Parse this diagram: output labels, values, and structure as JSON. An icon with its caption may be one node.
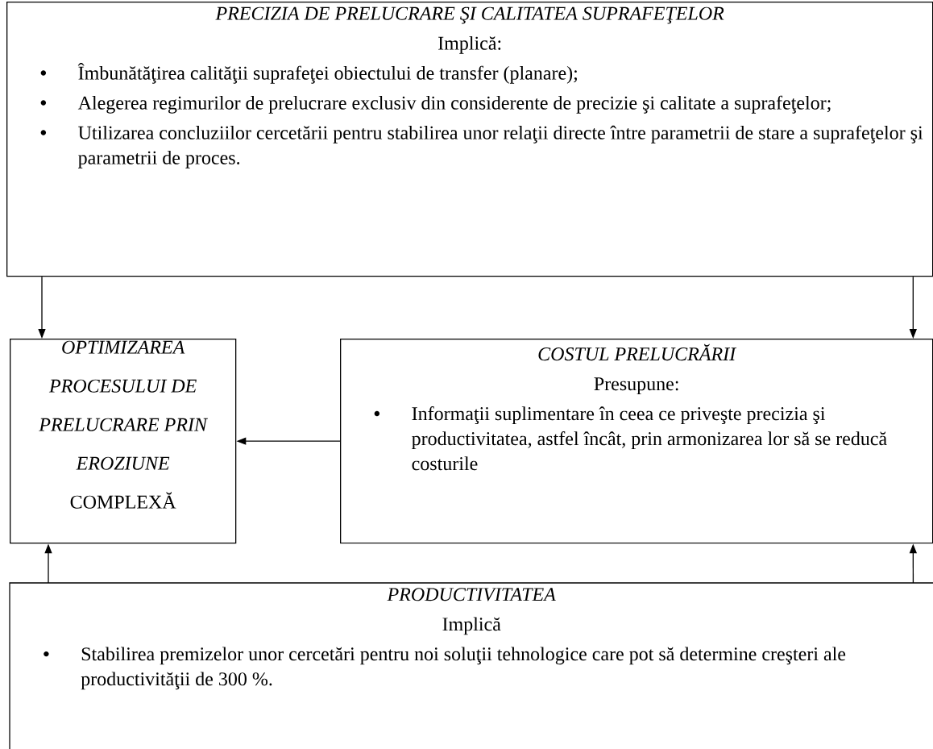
{
  "diagram": {
    "nodes": [
      {
        "text": [
          "PRECIZIA DE PRELUCRARE ŞI CALITATEA SUPRAFEŢELOR",
          "Implică:",
          "Îmbunătăţirea calităţii suprafeţei obiectului de transfer (planare);",
          "Alegerea regimurilor de prelucrare exclusiv  din considerente de precizie şi calitate a suprafeţelor;",
          "Utilizarea concluziilor cercetării pentru stabilirea unor relaţii directe între parametrii de stare a suprafeţelor şi parametrii de proces."
        ]
      },
      {
        "text": [
          "OPTIMIZAREA PROCESULUI DE PRELUCRARE PRIN EROZIUNE",
          "COMPLEXĂ"
        ]
      },
      {
        "text": [
          "COSTUL PRELUCRĂRII",
          "Presupune:",
          "Informaţii suplimentare în ceea ce priveşte precizia şi productivitatea, astfel încât, prin armonizarea lor să se reducă costurile"
        ]
      },
      {
        "text": [
          "PRODUCTIVITATEA",
          "Implică",
          "Stabilirea premizelor unor cercetări pentru noi soluţii tehnologice care pot să determine creşteri ale productivităţii de 300 %."
        ]
      }
    ],
    "edges": [
      {
        "from": 0,
        "to": 1,
        "arrow": "to"
      },
      {
        "from": 0,
        "to": 2,
        "arrow": "to"
      },
      {
        "from": 2,
        "to": 1,
        "arrow": "to"
      },
      {
        "from": 3,
        "to": 1,
        "arrow": "to"
      },
      {
        "from": 3,
        "to": 2,
        "arrow": "to"
      }
    ]
  }
}
